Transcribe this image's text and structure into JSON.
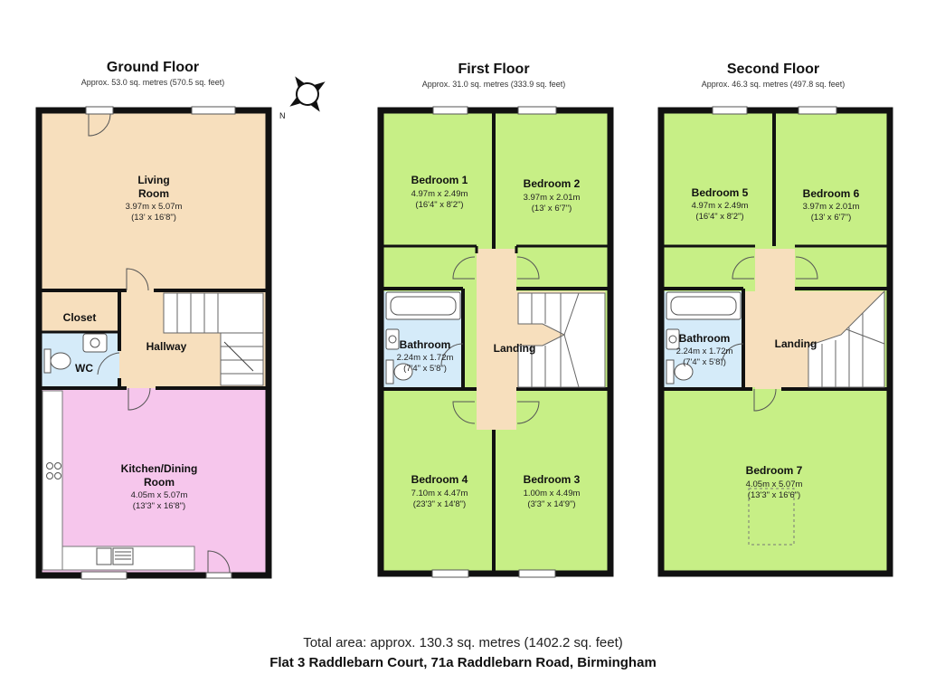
{
  "floors": {
    "ground": {
      "title": "Ground Floor",
      "area": "Approx. 53.0 sq. metres (570.5 sq. feet)",
      "rooms": {
        "living": {
          "name_1": "Living",
          "name_2": "Room",
          "metric": "3.97m x 5.07m",
          "imperial": "(13' x 16'8\")"
        },
        "closet": {
          "name": "Closet"
        },
        "hallway": {
          "name": "Hallway"
        },
        "wc": {
          "name": "WC"
        },
        "kitchen": {
          "name_1": "Kitchen/Dining",
          "name_2": "Room",
          "metric": "4.05m x 5.07m",
          "imperial": "(13'3\" x 16'8\")"
        }
      }
    },
    "first": {
      "title": "First Floor",
      "area": "Approx. 31.0 sq. metres (333.9 sq. feet)",
      "rooms": {
        "bedroom1": {
          "name": "Bedroom 1",
          "metric": "4.97m x 2.49m",
          "imperial": "(16'4\" x 8'2\")"
        },
        "bedroom2": {
          "name": "Bedroom 2",
          "metric": "3.97m x 2.01m",
          "imperial": "(13' x 6'7\")"
        },
        "bathroom": {
          "name": "Bathroom",
          "metric": "2.24m x 1.72m",
          "imperial": "(7'4\" x 5'8\")"
        },
        "landing": {
          "name": "Landing"
        },
        "bedroom4": {
          "name": "Bedroom 4",
          "metric": "7.10m x 4.47m",
          "imperial": "(23'3\" x 14'8\")"
        },
        "bedroom3": {
          "name": "Bedroom 3",
          "metric": "1.00m x 4.49m",
          "imperial": "(3'3\" x 14'9\")"
        }
      }
    },
    "second": {
      "title": "Second Floor",
      "area": "Approx. 46.3 sq. metres (497.8 sq. feet)",
      "rooms": {
        "bedroom5": {
          "name": "Bedroom 5",
          "metric": "4.97m x 2.49m",
          "imperial": "(16'4\" x 8'2\")"
        },
        "bedroom6": {
          "name": "Bedroom 6",
          "metric": "3.97m x 2.01m",
          "imperial": "(13' x 6'7\")"
        },
        "bathroom": {
          "name": "Bathroom",
          "metric": "2.24m x 1.72m",
          "imperial": "(7'4\" x 5'8\")"
        },
        "landing": {
          "name": "Landing"
        },
        "bedroom7": {
          "name": "Bedroom 7",
          "metric": "4.05m x 5.07m",
          "imperial": "(13'3\" x 16'6\")"
        }
      }
    }
  },
  "compass": {
    "north_label": "N"
  },
  "footer": {
    "total_area": "Total area: approx. 130.3 sq. metres (1402.2 sq. feet)",
    "address": "Flat 3 Raddlebarn Court, 71a Raddlebarn Road, Birmingham"
  },
  "colors": {
    "wall": "#111111",
    "living": "#f7dfbd",
    "kitchen": "#f6c6ec",
    "bathroom": "#d5ebf9",
    "bedroom": "#c7ef86",
    "landing": "#f7dfbd",
    "hall": "#f7dfbd"
  }
}
